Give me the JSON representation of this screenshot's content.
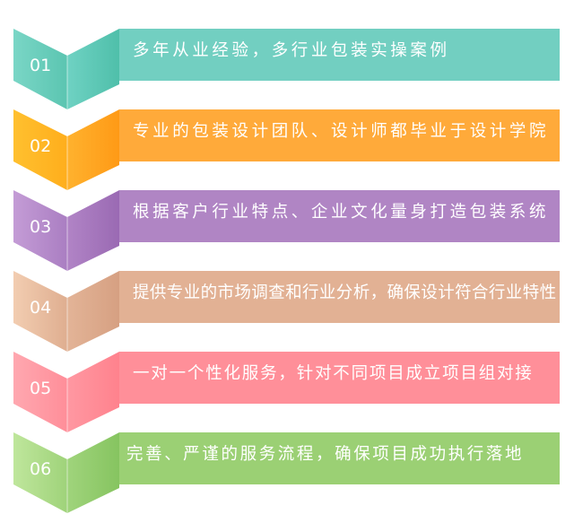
{
  "items": [
    {
      "number": "01",
      "text": "多年从业经验，多行业包装实操案例",
      "colors": {
        "bar": "#72CFC1",
        "left": "#62CAB7",
        "left_light": "#7AD6C6",
        "right": "#4FBFAA",
        "right_light": "#6FD2C3"
      }
    },
    {
      "number": "02",
      "text": "专业的包装设计团队、设计师都毕业于设计学院",
      "colors": {
        "bar": "#FFAA3A",
        "left": "#FFB41E",
        "left_light": "#FFC02F",
        "right": "#FF9E1A",
        "right_light": "#FFAE2A"
      }
    },
    {
      "number": "03",
      "text": "根据客户行业特点、企业文化量身打造包装系统",
      "colors": {
        "bar": "#B085C4",
        "left": "#B48ACB",
        "left_light": "#C49CD6",
        "right": "#9E6EB6",
        "right_light": "#B184C6"
      }
    },
    {
      "number": "04",
      "text": "提供专业的市场调查和行业分析，确保设计符合行业特性",
      "colors": {
        "bar": "#E2B194",
        "left": "#E9BD9E",
        "left_light": "#F2CDB1",
        "right": "#D9A586",
        "right_light": "#E3B497"
      }
    },
    {
      "number": "05",
      "text": "一对一个性化服务，针对不同项目成立项目组对接",
      "colors": {
        "bar": "#FF8F99",
        "left": "#FF9BA5",
        "left_light": "#FFA8B0",
        "right": "#FF8690",
        "right_light": "#FF98A2"
      }
    },
    {
      "number": "06",
      "text": "完善、严谨的服务流程，确保项目成功执行落地",
      "colors": {
        "bar": "#9BD074",
        "left": "#AEDC88",
        "left_light": "#BFE69C",
        "right": "#8CC866",
        "right_light": "#A0D47C"
      }
    }
  ]
}
